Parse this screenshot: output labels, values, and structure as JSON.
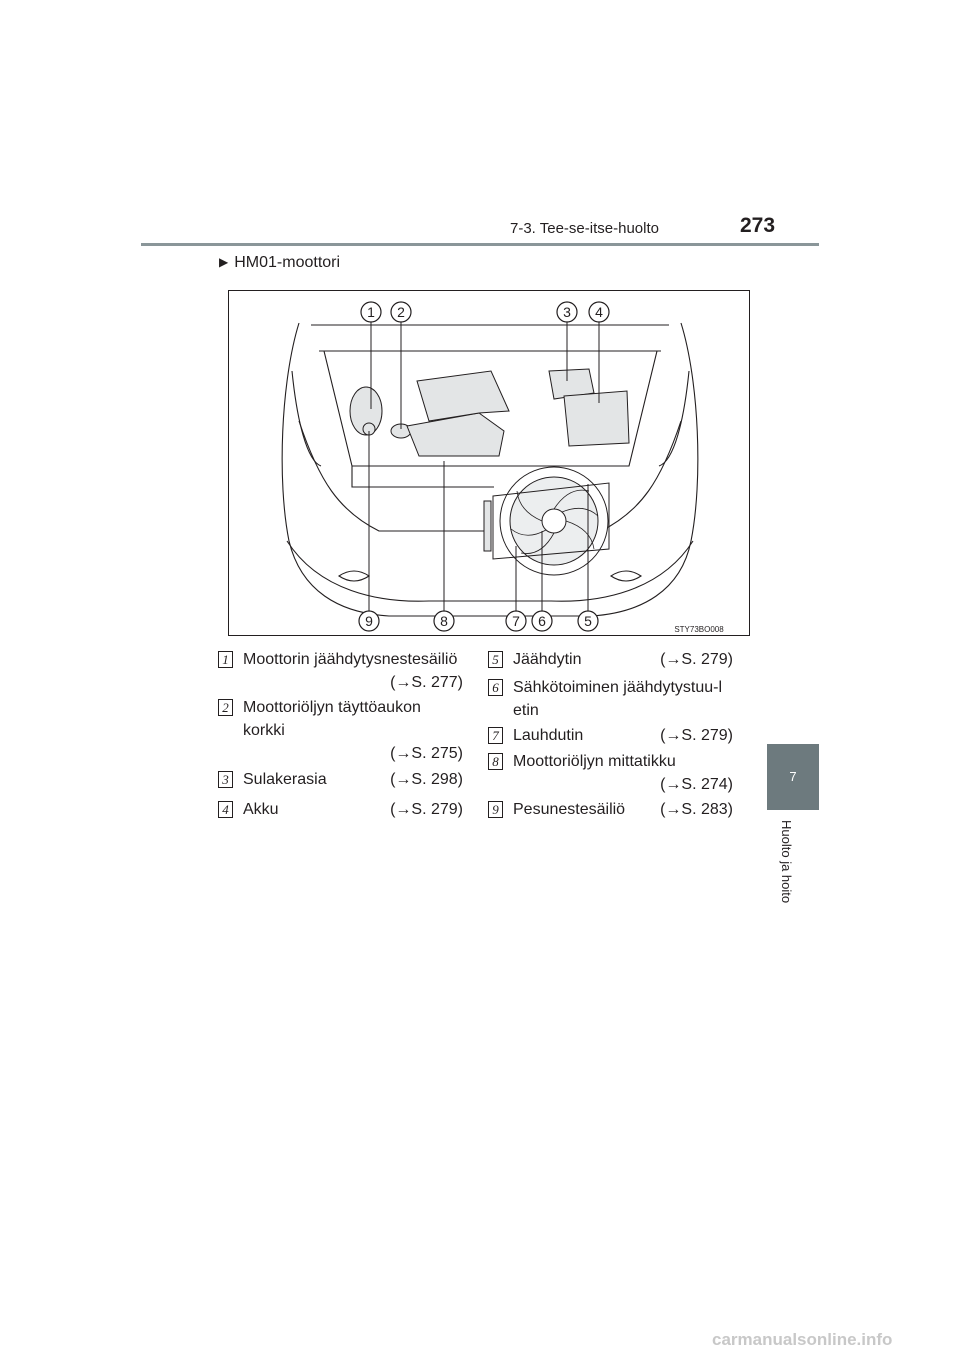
{
  "header": {
    "section": "7-3. Tee-se-itse-huolto",
    "page_number": "273"
  },
  "side_tab": {
    "chapter_number": "7",
    "chapter_label": "Huolto ja hoito"
  },
  "subsection": {
    "title": "HM01-moottori"
  },
  "figure": {
    "code": "STY73BO008",
    "callouts": [
      "1",
      "2",
      "3",
      "4",
      "5",
      "6",
      "7",
      "8",
      "9"
    ]
  },
  "legend": [
    {
      "number": "1",
      "label": "Moottorin jäähdytysnestesäiliö",
      "ref": "(→S. 277)"
    },
    {
      "number": "2",
      "label": "Moottoriöljyn täyttöaukon korkki",
      "ref": "(→S. 275)"
    },
    {
      "number": "3",
      "label": "Sulakerasia",
      "ref": "(→S. 298)"
    },
    {
      "number": "4",
      "label": "Akku",
      "ref": "(→S. 279)"
    },
    {
      "number": "5",
      "label": "Jäähdytin",
      "ref": "(→S. 279)"
    },
    {
      "number": "6",
      "label": "Sähkötoiminen jäähdytystuu-letin",
      "ref": ""
    },
    {
      "number": "7",
      "label": "Lauhdutin",
      "ref": "(→S. 279)"
    },
    {
      "number": "8",
      "label": "Moottoriöljyn mittatikku",
      "ref": "(→S. 274)"
    },
    {
      "number": "9",
      "label": "Pesunestesäiliö",
      "ref": "(→S. 283)"
    }
  ],
  "watermark": "carmanualsonline.info"
}
